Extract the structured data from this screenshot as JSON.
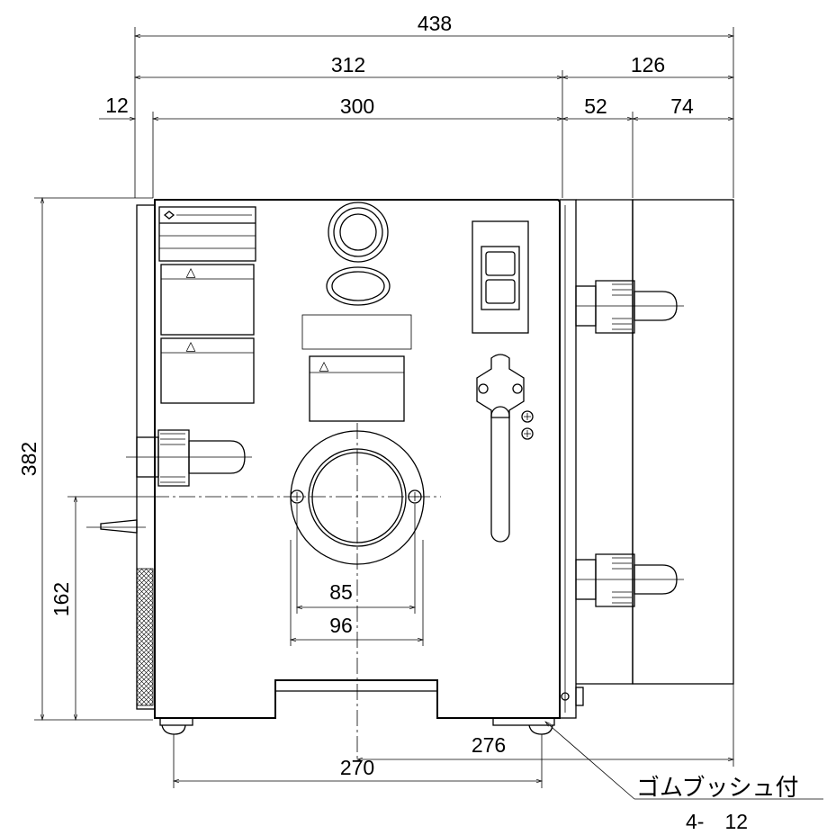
{
  "dimensions": {
    "d438": "438",
    "d312": "312",
    "d126": "126",
    "d12": "12",
    "d300": "300",
    "d52": "52",
    "d74": "74",
    "d382": "382",
    "d162": "162",
    "d85": "85",
    "d96": "96",
    "d276": "276",
    "d270": "270"
  },
  "note": {
    "label": "ゴムブッシュ付",
    "count": "4-　12"
  },
  "label_mark": "△"
}
